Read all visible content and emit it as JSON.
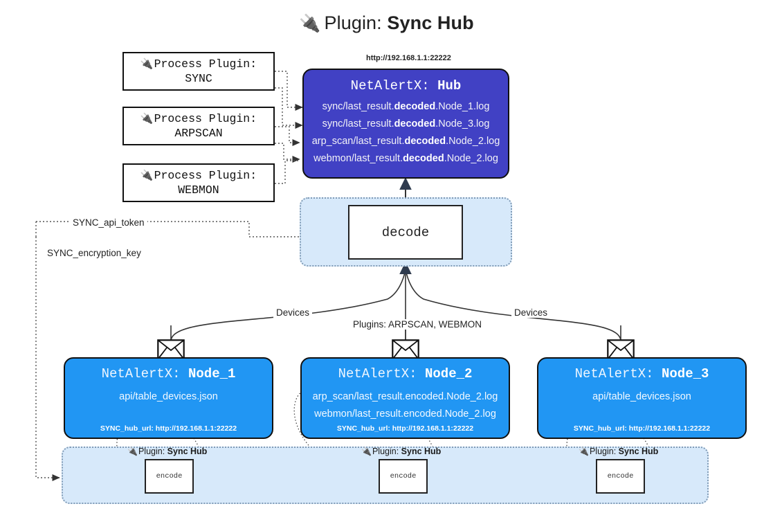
{
  "title": {
    "icon": "plug-icon",
    "prefix": "Plugin:",
    "name": "Sync Hub"
  },
  "process_plugins": [
    {
      "icon": "plug-icon",
      "line1": "Process Plugin:",
      "line2": "SYNC"
    },
    {
      "icon": "plug-icon",
      "line1": "Process Plugin:",
      "line2": "ARPSCAN"
    },
    {
      "icon": "plug-icon",
      "line1": "Process Plugin:",
      "line2": "WEBMON"
    }
  ],
  "hub": {
    "url": "http://192.168.1.1:22222",
    "header_prefix": "NetAlertX:",
    "header_name": "Hub",
    "logs": [
      {
        "pre": "sync/last_result.",
        "em": "decoded",
        "post": ".Node_1.log"
      },
      {
        "pre": "sync/last_result.",
        "em": "decoded",
        "post": ".Node_3.log"
      },
      {
        "pre": "arp_scan/last_result.",
        "em": "decoded",
        "post": ".Node_2.log"
      },
      {
        "pre": "webmon/last_result.",
        "em": "decoded",
        "post": ".Node_2.log"
      }
    ]
  },
  "decode": {
    "label": "decode"
  },
  "wire_labels": {
    "api_token": "SYNC_api_token",
    "encryption_key": "SYNC_encryption_key",
    "devices_left": "Devices",
    "devices_right": "Devices",
    "plugins_center": "Plugins: ARPSCAN, WEBMON"
  },
  "nodes": [
    {
      "header_prefix": "NetAlertX:",
      "header_name": "Node_1",
      "lines": [
        "api/table_devices.json"
      ],
      "hub_url": "SYNC_hub_url: http://192.168.1.1:22222",
      "envelope_icon": "envelope-icon"
    },
    {
      "header_prefix": "NetAlertX:",
      "header_name": "Node_2",
      "lines": [
        "arp_scan/last_result.encoded.Node_2.log",
        "webmon/last_result.encoded.Node_2.log"
      ],
      "hub_url": "SYNC_hub_url: http://192.168.1.1:22222",
      "envelope_icon": "envelope-icon"
    },
    {
      "header_prefix": "NetAlertX:",
      "header_name": "Node_3",
      "lines": [
        "api/table_devices.json"
      ],
      "hub_url": "SYNC_hub_url: http://192.168.1.1:22222",
      "envelope_icon": "envelope-icon"
    }
  ],
  "encoders": [
    {
      "icon": "plug-icon",
      "label_prefix": "Plugin:",
      "label_name": "Sync Hub",
      "box": "encode"
    },
    {
      "icon": "plug-icon",
      "label_prefix": "Plugin:",
      "label_name": "Sync Hub",
      "box": "encode"
    },
    {
      "icon": "plug-icon",
      "label_prefix": "Plugin:",
      "label_name": "Sync Hub",
      "box": "encode"
    }
  ],
  "colors": {
    "hub_fill": "#4141c4",
    "node_fill": "#2196f3",
    "container_fill": "#d7e9fa",
    "container_border": "#7f9ab5",
    "stroke": "#111111"
  }
}
